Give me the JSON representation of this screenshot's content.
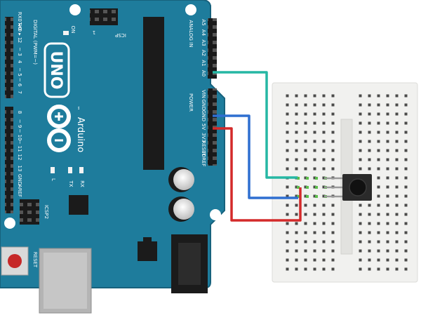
{
  "board": {
    "brand": "Arduino",
    "model": "UNO",
    "trademark": "™",
    "on_label": "ON",
    "icsp_top_label": "ICSP",
    "icsp_top_pin1": "1",
    "icsp2_label": "ICSP2",
    "reset_label": "RESET",
    "l_label": "L",
    "tx_label": "TX",
    "rx_label": "RX",
    "digital_label": "DIGITAL (PWM=~)",
    "analog_label": "ANALOG IN",
    "power_label": "POWER",
    "digital_pins_upper": [
      "RX0 ◂ 0",
      "TX0 ▸ 1",
      "2",
      "~ 3",
      "4",
      "~ 5",
      "~ 6",
      "7"
    ],
    "digital_pins_lower": [
      "8",
      "~ 9",
      "~ 10",
      "~ 11",
      "12",
      "13",
      "GND",
      "AREF"
    ],
    "analog_pins": [
      "A5",
      "A4",
      "A3",
      "A2",
      "A1",
      "A0"
    ],
    "power_pins": [
      "VIN",
      "GND",
      "GND",
      "5V",
      "3V3",
      "RESET",
      "IOREF"
    ]
  },
  "wires": {
    "signal_color": "#26b7a4",
    "gnd_color": "#2f6fd0",
    "vcc_color": "#d42a2a"
  },
  "colors": {
    "board": "#1e7c9c",
    "board_edge": "#17627d",
    "breadboard": "#f1f1ef",
    "header": "#1a1a1a",
    "chip": "#1b1b1b"
  }
}
